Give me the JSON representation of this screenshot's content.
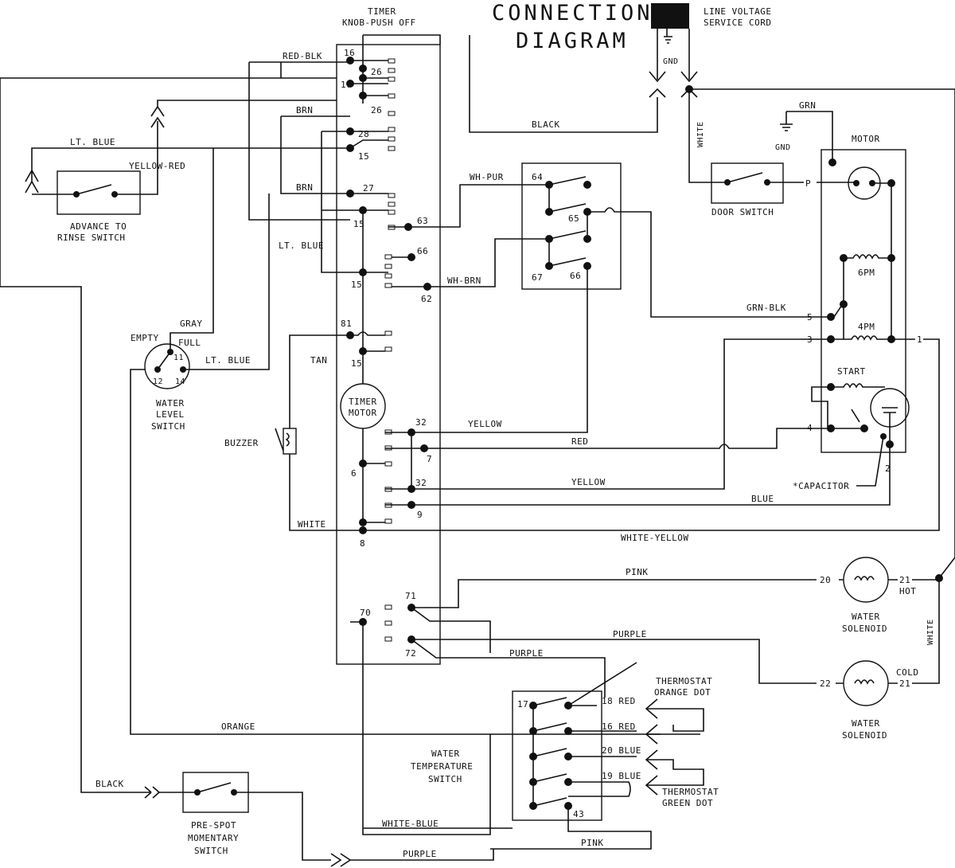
{
  "title": {
    "line1": "CONNECTION",
    "line2": "DIAGRAM"
  },
  "power": {
    "cord_line1": "LINE VOLTAGE",
    "cord_line2": "SERVICE CORD",
    "gnd": "GND",
    "white": "WHITE",
    "black": "BLACK"
  },
  "timer": {
    "label_line1": "TIMER",
    "label_line2": "KNOB-PUSH OFF",
    "motor_line1": "TIMER",
    "motor_line2": "MOTOR",
    "terminals": [
      "16",
      "26",
      "17",
      "26",
      "28",
      "15",
      "27",
      "15",
      "63",
      "66",
      "15",
      "62",
      "81",
      "15",
      "32",
      "7",
      "6",
      "32",
      "9",
      "8",
      "71",
      "70",
      "72"
    ]
  },
  "wires": {
    "red_blk": "RED-BLK",
    "brn1": "BRN",
    "brn2": "BRN",
    "lt_blue1": "LT. BLUE",
    "lt_blue2": "LT. BLUE",
    "lt_blue3": "LT. BLUE",
    "yellow_red": "YELLOW-RED",
    "gray": "GRAY",
    "tan": "TAN",
    "white": "WHITE",
    "white_yellow": "WHITE-YELLOW",
    "yellow1": "YELLOW",
    "red": "RED",
    "yellow2": "YELLOW",
    "blue": "BLUE",
    "wh_pur": "WH-PUR",
    "wh_brn": "WH-BRN",
    "grn_blk": "GRN-BLK",
    "grn": "GRN",
    "pink1": "PINK",
    "purple1": "PURPLE",
    "purple2": "PURPLE",
    "orange": "ORANGE",
    "black_bottom": "BLACK",
    "white_blue": "WHITE-BLUE",
    "pink2": "PINK",
    "purple_bottom": "PURPLE",
    "white_right": "WHITE"
  },
  "components": {
    "advance_switch": {
      "line1": "ADVANCE TO",
      "line2": "RINSE SWITCH"
    },
    "water_level": {
      "empty": "EMPTY",
      "full": "FULL",
      "t11": "11",
      "t12": "12",
      "t14": "14",
      "line1": "WATER",
      "line2": "LEVEL",
      "line3": "SWITCH"
    },
    "buzzer": "BUZZER",
    "speed_switch": {
      "t64": "64",
      "t65": "65",
      "t67": "67",
      "t66": "66"
    },
    "door_switch": {
      "label": "DOOR SWITCH",
      "p": "P"
    },
    "motor": {
      "label": "MOTOR",
      "gnd": "GND",
      "w6pm": "6PM",
      "w4pm": "4PM",
      "start": "START",
      "t5": "5",
      "t3": "3",
      "t1": "1",
      "t4": "4",
      "t2": "2",
      "capacitor": "*CAPACITOR"
    },
    "hot_solenoid": {
      "t20": "20",
      "t21": "21",
      "hot": "HOT",
      "line1": "WATER",
      "line2": "SOLENOID"
    },
    "cold_solenoid": {
      "t22": "22",
      "t21": "21",
      "cold": "COLD",
      "line1": "WATER",
      "line2": "SOLENOID"
    },
    "temp_switch": {
      "line1": "WATER",
      "line2": "TEMPERATURE",
      "line3": "SWITCH",
      "t17": "17",
      "r18": "18 RED",
      "r16": "16 RED",
      "b20": "20 BLUE",
      "b19": "19 BLUE",
      "t43": "43"
    },
    "thermostat_orange": {
      "line1": "THERMOSTAT",
      "line2": "ORANGE DOT"
    },
    "thermostat_green": {
      "line1": "THERMOSTAT",
      "line2": "GREEN DOT"
    },
    "prespot": {
      "line1": "PRE-SPOT",
      "line2": "MOMENTARY",
      "line3": "SWITCH"
    }
  }
}
